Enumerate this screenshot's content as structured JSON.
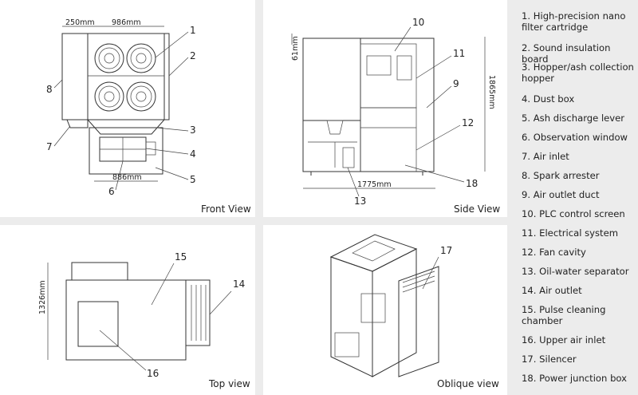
{
  "views": {
    "front": "Front View",
    "side": "Side View",
    "top": "Top view",
    "oblique": "Oblique view"
  },
  "dimensions": {
    "front_width_left": "250mm",
    "front_width_main": "986mm",
    "front_bottom": "886mm",
    "side_top": "61mm",
    "side_height": "1865mm",
    "side_length": "1775mm",
    "top_depth": "1326mm"
  },
  "callouts": {
    "front": [
      "1",
      "2",
      "3",
      "4",
      "5",
      "6",
      "7",
      "8"
    ],
    "side": [
      "10",
      "11",
      "9",
      "12",
      "18",
      "13"
    ],
    "top": [
      "15",
      "14",
      "16"
    ],
    "oblique": [
      "17"
    ]
  },
  "legend": [
    {
      "num": "1.",
      "text": "High-precision nano filter cartridge"
    },
    {
      "num": "2.",
      "text": "Sound insulation board"
    },
    {
      "num": "3.",
      "text": "Hopper/ash collection hopper"
    },
    {
      "num": "4.",
      "text": "Dust box"
    },
    {
      "num": "5.",
      "text": "Ash discharge lever"
    },
    {
      "num": "6.",
      "text": "Observation window"
    },
    {
      "num": "7.",
      "text": "Air inlet"
    },
    {
      "num": "8.",
      "text": "Spark arrester"
    },
    {
      "num": "9.",
      "text": "Air outlet duct"
    },
    {
      "num": "10.",
      "text": "PLC control screen"
    },
    {
      "num": "11.",
      "text": "Electrical system"
    },
    {
      "num": "12.",
      "text": "Fan cavity"
    },
    {
      "num": "13.",
      "text": "Oil-water separator"
    },
    {
      "num": "14.",
      "text": "Air outlet"
    },
    {
      "num": "15.",
      "text": "Pulse cleaning chamber"
    },
    {
      "num": "16.",
      "text": "Upper air inlet"
    },
    {
      "num": "17.",
      "text": "Silencer"
    },
    {
      "num": "18.",
      "text": "Power junction box"
    }
  ]
}
